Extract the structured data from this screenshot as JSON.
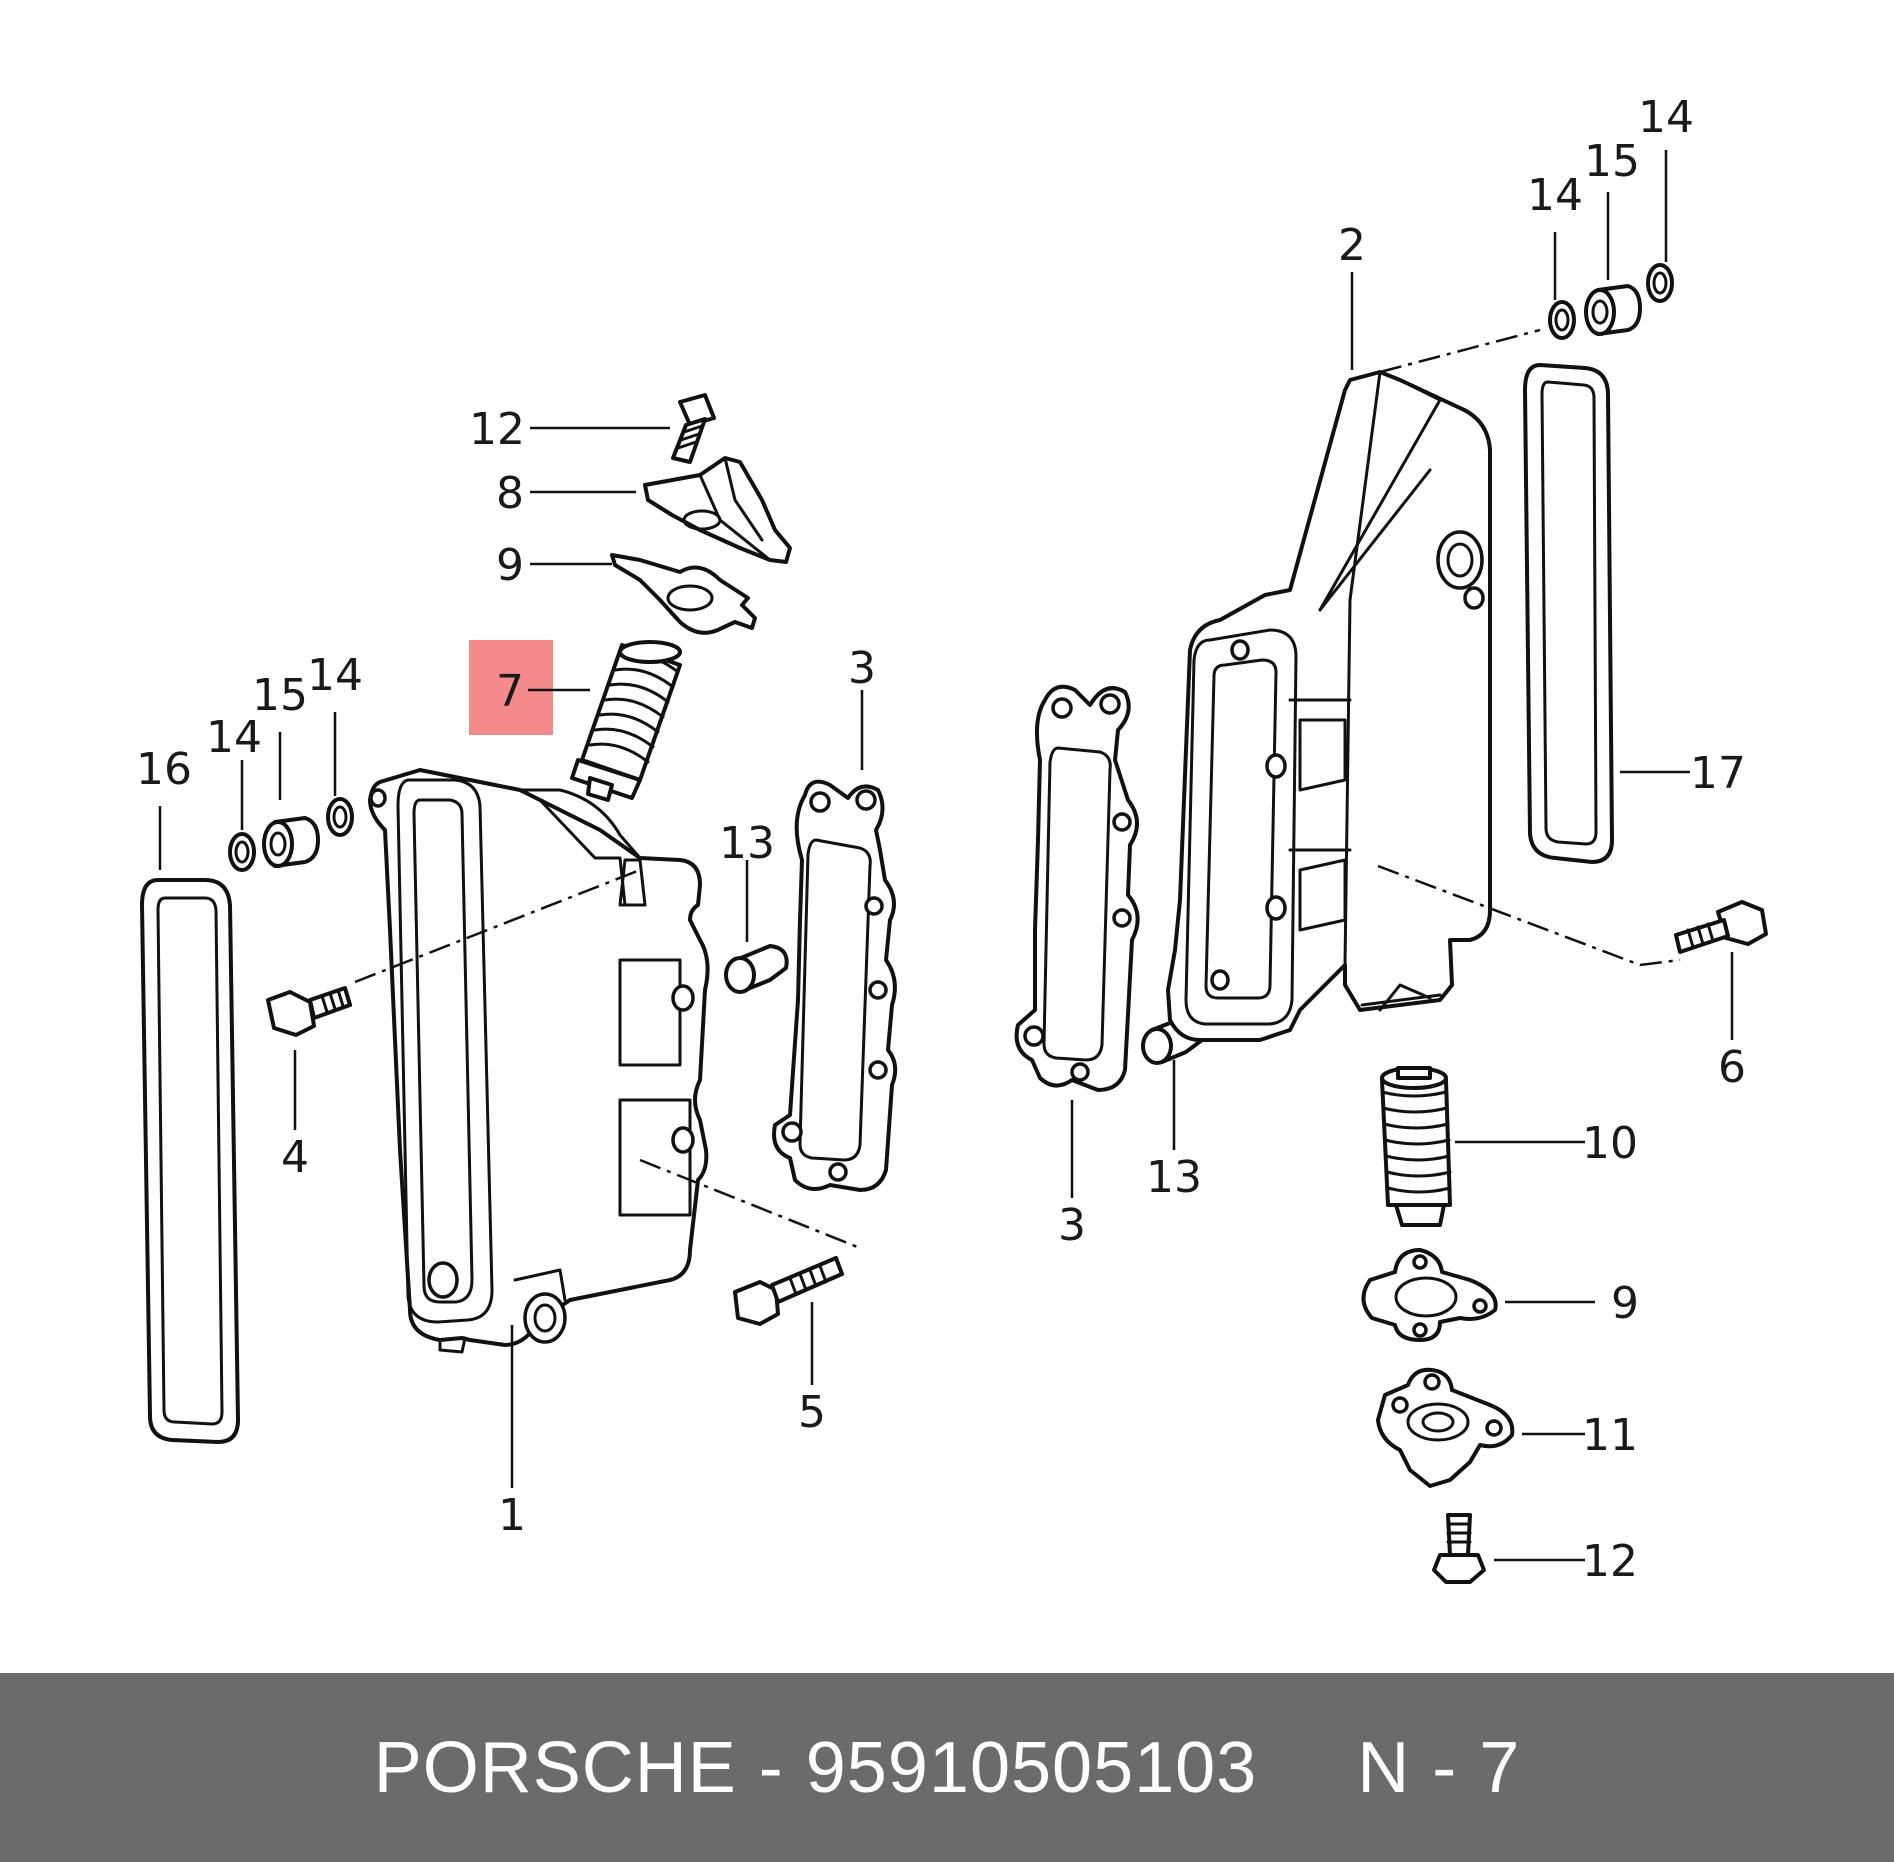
{
  "brand": "PORSCHE",
  "separator": "-",
  "part_number": "95910505103",
  "ref_prefix": "N",
  "ref_separator": "-",
  "ref_number": "7",
  "highlight_color": "#f48a8a",
  "footer_color": "#6b6b6b",
  "callouts": {
    "c1": "1",
    "c2": "2",
    "c3a": "3",
    "c3b": "3",
    "c4": "4",
    "c5": "5",
    "c6": "6",
    "c7": "7",
    "c8": "8",
    "c9a": "9",
    "c9b": "9",
    "c10": "10",
    "c11": "11",
    "c12a": "12",
    "c12b": "12",
    "c13a": "13",
    "c13b": "13",
    "c14a": "14",
    "c14b": "14",
    "c14c": "14",
    "c14d": "14",
    "c15a": "15",
    "c15b": "15",
    "c16": "16",
    "c17": "17"
  }
}
